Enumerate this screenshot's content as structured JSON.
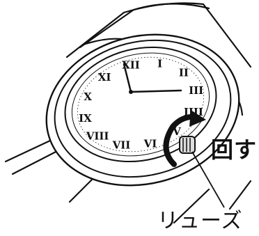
{
  "labels": {
    "rotate": "回す",
    "crown": "リューズ"
  },
  "dial": {
    "numerals": [
      "XII",
      "I",
      "II",
      "III",
      "IIII",
      "V",
      "VI",
      "VII",
      "VIII",
      "IX",
      "X",
      "XI"
    ]
  },
  "colors": {
    "ink": "#111111",
    "paper": "#ffffff"
  }
}
